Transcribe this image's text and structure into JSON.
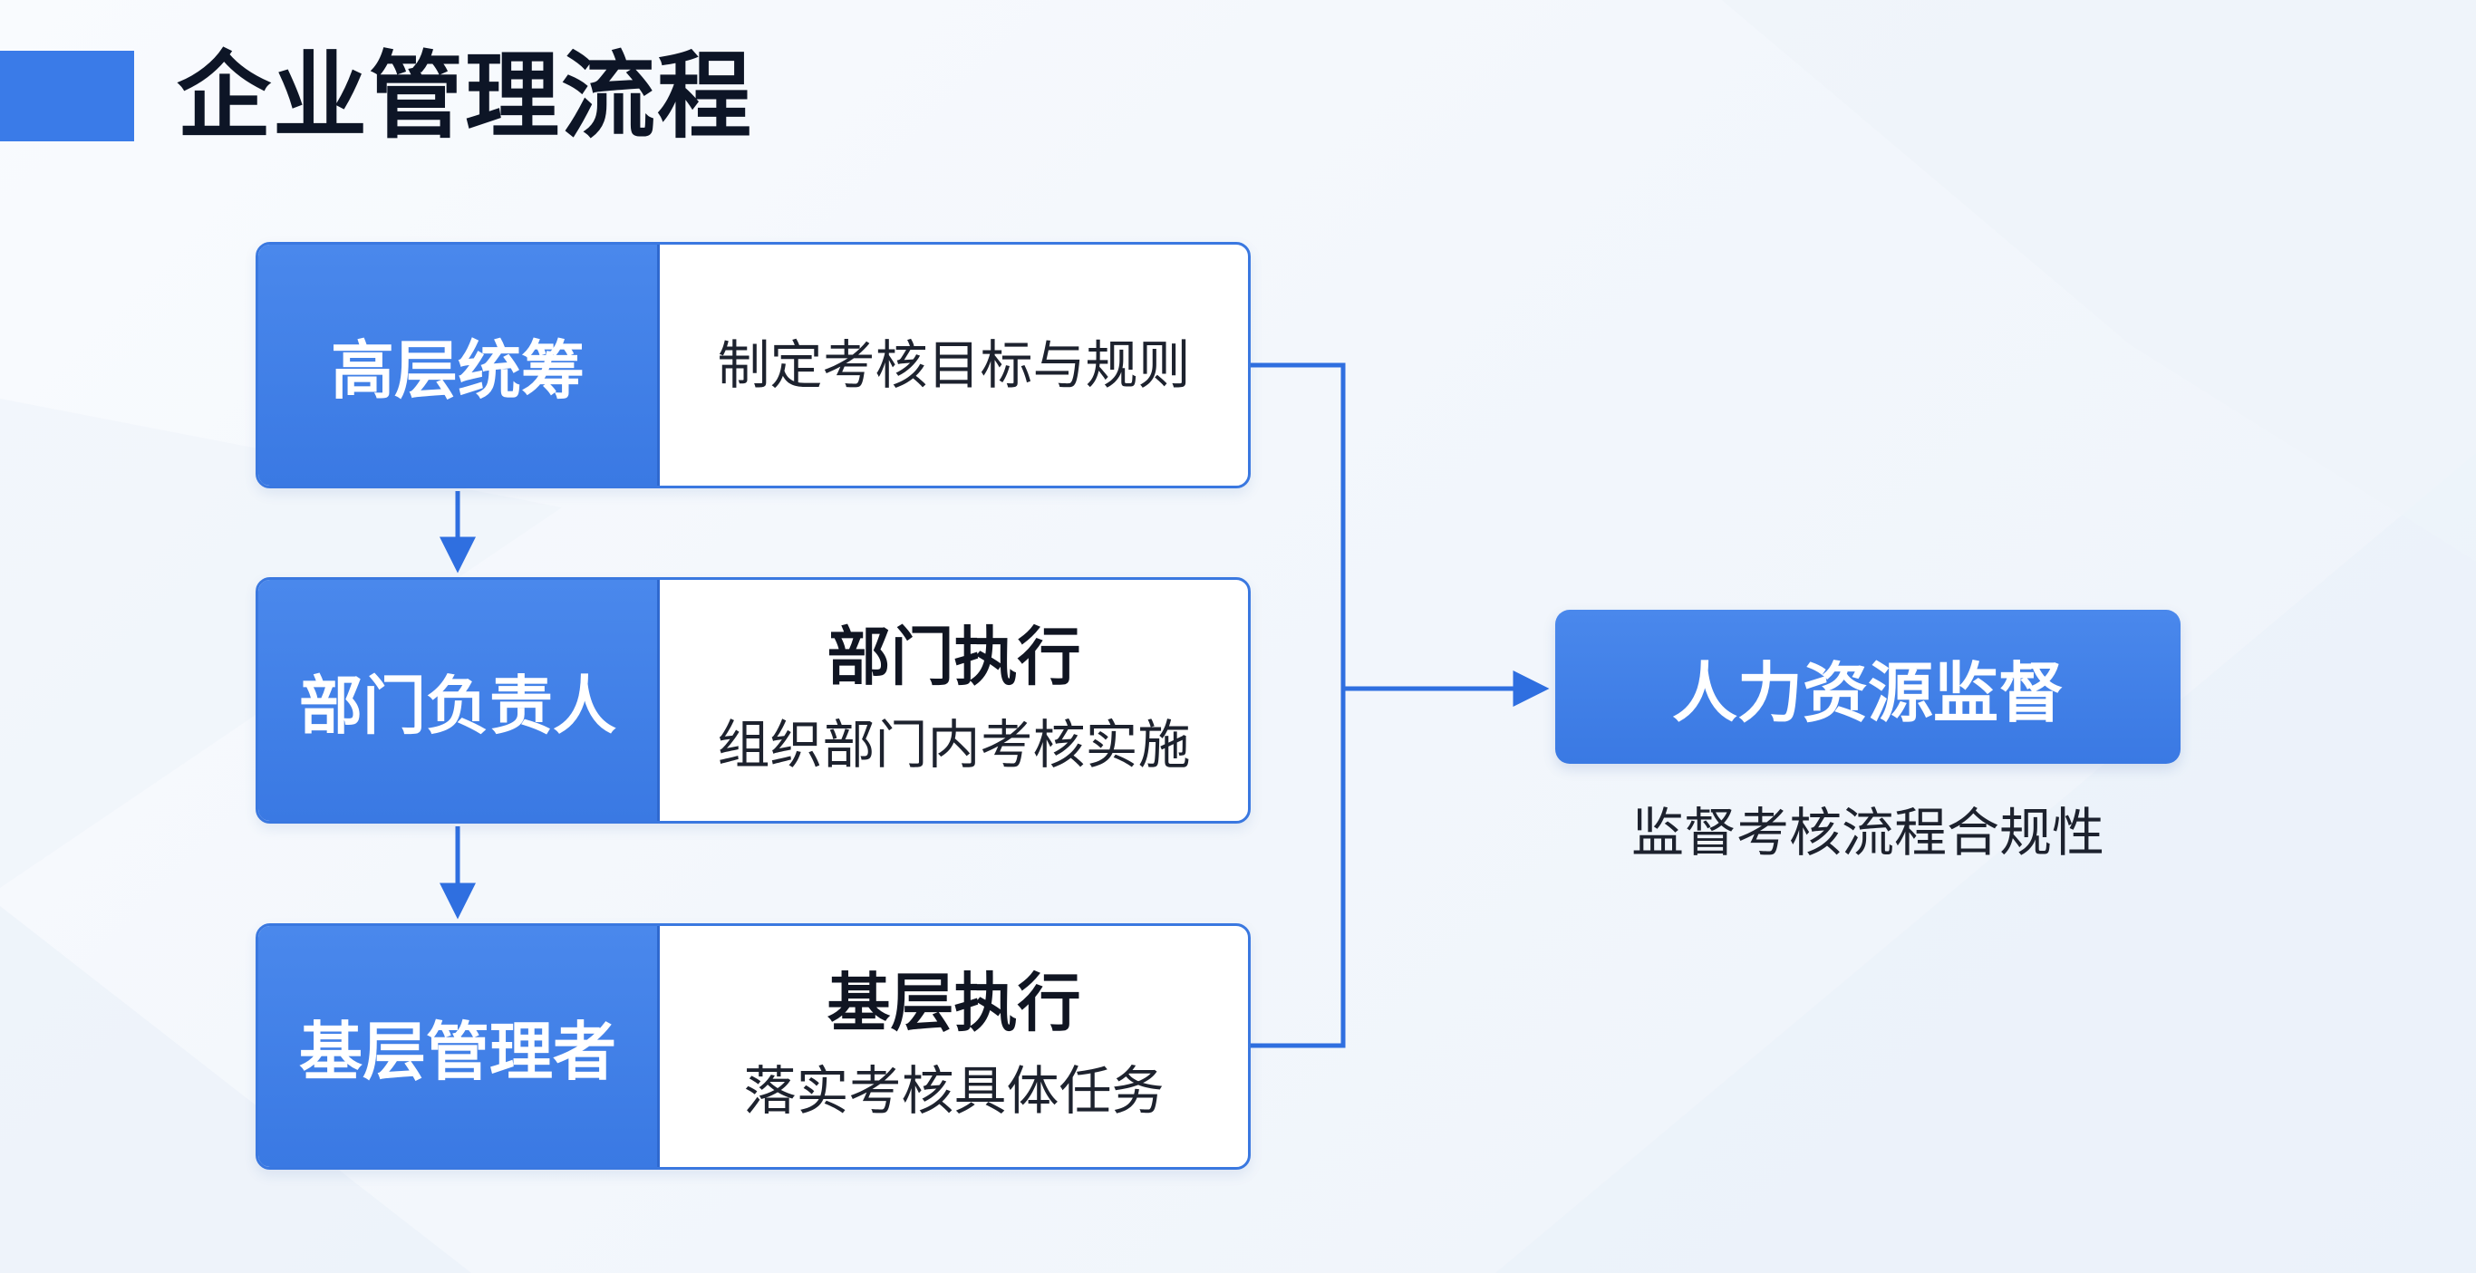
{
  "page": {
    "title": "企业管理流程"
  },
  "flow": {
    "rows": [
      {
        "role": "高层统筹",
        "heading": "",
        "detail": "制定考核目标与规则"
      },
      {
        "role": "部门负责人",
        "heading": "部门执行",
        "detail": "组织部门内考核实施"
      },
      {
        "role": "基层管理者",
        "heading": "基层执行",
        "detail": "落实考核具体任务"
      }
    ],
    "supervision": {
      "label": "人力资源监督",
      "detail": "监督考核流程合规性"
    }
  },
  "colors": {
    "accent": "#3a7be8",
    "border": "#3a78e0",
    "connector": "#2f6fe0",
    "text": "#0d1526"
  }
}
